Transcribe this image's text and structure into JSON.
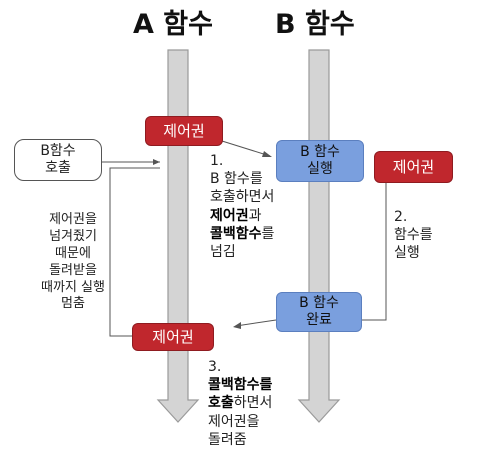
{
  "titles": {
    "a": "A 함수",
    "b": "B 함수"
  },
  "boxes": {
    "ctrl_top": "제어권",
    "b_run": "B 함수\n실행",
    "ctrl_right": "제어권",
    "b_call": "B함수\n호출",
    "b_done": "B 함수\n완료",
    "ctrl_bottom": "제어권"
  },
  "notes": {
    "step1": {
      "num": "1.",
      "l1": "B 함수를",
      "l2": "호출하면서",
      "l3a": "제어권",
      "l3b": "과",
      "l4a": "콜백함수",
      "l4b": "를",
      "l5": "넘김"
    },
    "step2": {
      "num": "2.",
      "l1": "함수를",
      "l2": "실행"
    },
    "step3": {
      "num": "3.",
      "l1a": "콜백함수를",
      "l2a": "호출",
      "l2b": "하면서",
      "l3": "제어권을",
      "l4": "돌려줌"
    },
    "side": {
      "l1": "제어권을",
      "l2": "넘겨줬기",
      "l3": "때문에",
      "l4": "돌려받을",
      "l5": "때까지 실행",
      "l6": "멈춤"
    }
  }
}
